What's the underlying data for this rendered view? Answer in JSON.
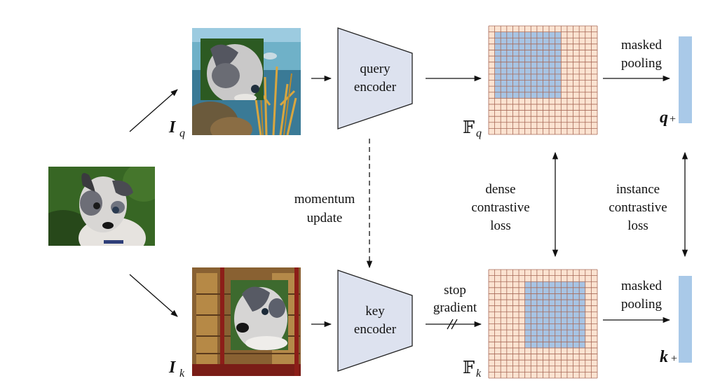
{
  "labels": {
    "query_encoder": [
      "query",
      "encoder"
    ],
    "key_encoder": [
      "key",
      "encoder"
    ],
    "momentum_update": [
      "momentum",
      "update"
    ],
    "stop_gradient": [
      "stop",
      "gradient"
    ],
    "masked_pooling_top": [
      "masked",
      "pooling"
    ],
    "masked_pooling_bottom": [
      "masked",
      "pooling"
    ],
    "dense_loss": [
      "dense",
      "contrastive",
      "loss"
    ],
    "instance_loss": [
      "instance",
      "contrastive",
      "loss"
    ]
  },
  "symbols": {
    "Iq": {
      "base": "I",
      "sub": "q"
    },
    "Ik": {
      "base": "I",
      "sub": "k"
    },
    "Fq": {
      "base": "𝔽",
      "sub": "q"
    },
    "Fk": {
      "base": "𝔽",
      "sub": "k"
    },
    "qplus": {
      "base": "q",
      "sub": "+"
    },
    "kplus": {
      "base": "k",
      "sub": "+"
    }
  },
  "colors": {
    "encoder_fill": "#dde2ef",
    "grid_bg": "#fbe3d1",
    "grid_mask": "#a7c4e4",
    "grid_line": "#a86a58",
    "vector_fill": "#a9c9e8"
  },
  "grids": {
    "cells": 18,
    "Fq_mask_cells": {
      "col_start": 1,
      "col_end": 12,
      "row_start": 1,
      "row_end": 12
    },
    "Fk_mask_cells": {
      "col_start": 6,
      "col_end": 16,
      "row_start": 2,
      "row_end": 13
    }
  }
}
